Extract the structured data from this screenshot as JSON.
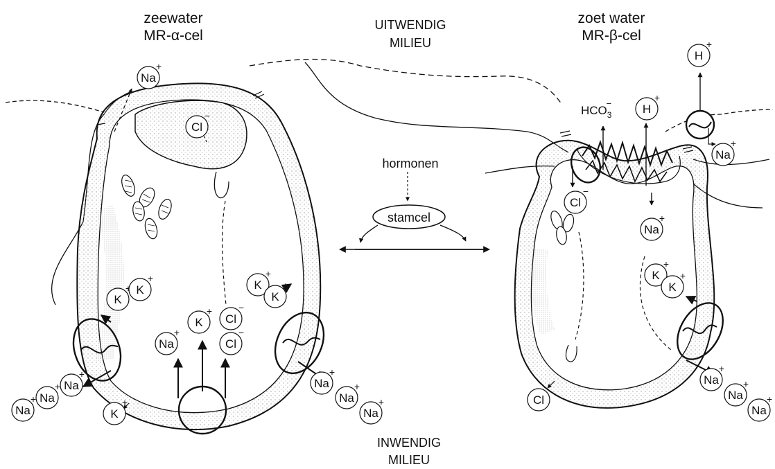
{
  "labels": {
    "left_title_1": "zeewater",
    "left_title_2": "MR-α-cel",
    "outside_1": "UITWENDIG",
    "outside_2": "MILIEU",
    "right_title_1": "zoet water",
    "right_title_2": "MR-β-cel",
    "inside_1": "INWENDIG",
    "inside_2": "MILIEU",
    "hormones": "hormonen",
    "stem_cell": "stamcel",
    "bicarbonate": "HCO",
    "bicarbonate_sub": "3",
    "bicarbonate_sup": "−"
  },
  "ions": {
    "na": "Na",
    "cl": "Cl",
    "k": "K",
    "h": "H",
    "plus": "+",
    "minus": "−"
  },
  "colors": {
    "ink": "#111111",
    "stipple": "#9a9a9a",
    "background": "#ffffff"
  }
}
